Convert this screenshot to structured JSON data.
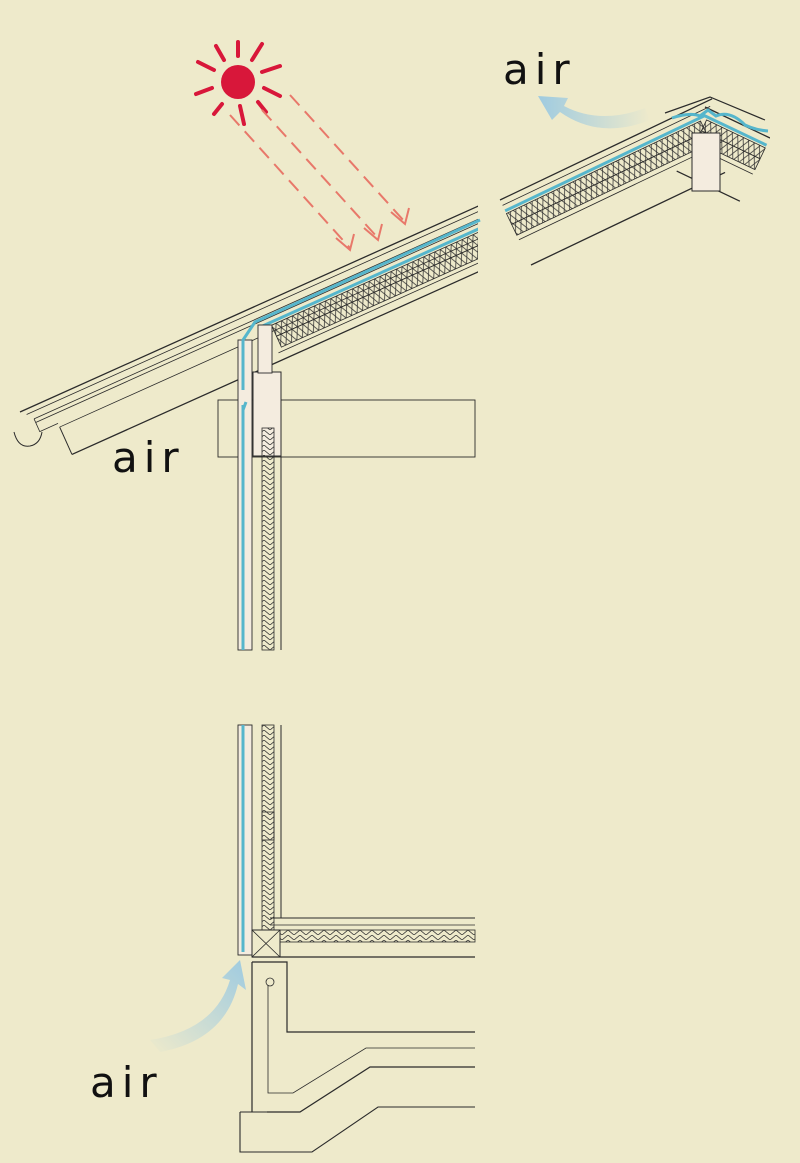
{
  "labels": {
    "air_top": "air",
    "air_eave": "air",
    "air_bottom": "air"
  },
  "colors": {
    "background": "#eeeacb",
    "line": "#2b2b2b",
    "airflow_line": "#56b6cc",
    "airflow_arrow": "#9fcbe0",
    "sun": "#d8173a",
    "sun_rays": "#e8786a",
    "member_fill": "#f4ecdf"
  },
  "icons": [
    "sun-icon",
    "airflow-arrow-icon"
  ]
}
